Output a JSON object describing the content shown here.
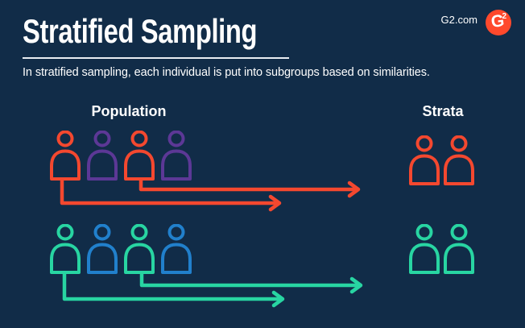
{
  "brand": {
    "site": "G2.com",
    "logo_letter": "G",
    "logo_sup": "2"
  },
  "header": {
    "title": "Stratified Sampling",
    "subtitle": "In stratified sampling, each individual is put into subgroups based on similarities."
  },
  "labels": {
    "population": "Population",
    "strata": "Strata"
  },
  "colors": {
    "background": "#112C48",
    "text": "#FFFFFF",
    "underline": "#E8ECF1",
    "red": "#F4482F",
    "purple": "#5C3896",
    "teal": "#28D5A2",
    "blue": "#2180CC",
    "logo_red": "#FF492C"
  },
  "diagram": {
    "population_rows": [
      {
        "members": [
          "red",
          "purple",
          "red",
          "purple"
        ]
      },
      {
        "members": [
          "teal",
          "blue",
          "teal",
          "blue"
        ]
      }
    ],
    "strata_groups": [
      {
        "members": [
          "red",
          "red"
        ]
      },
      {
        "members": [
          "teal",
          "teal"
        ]
      }
    ]
  }
}
